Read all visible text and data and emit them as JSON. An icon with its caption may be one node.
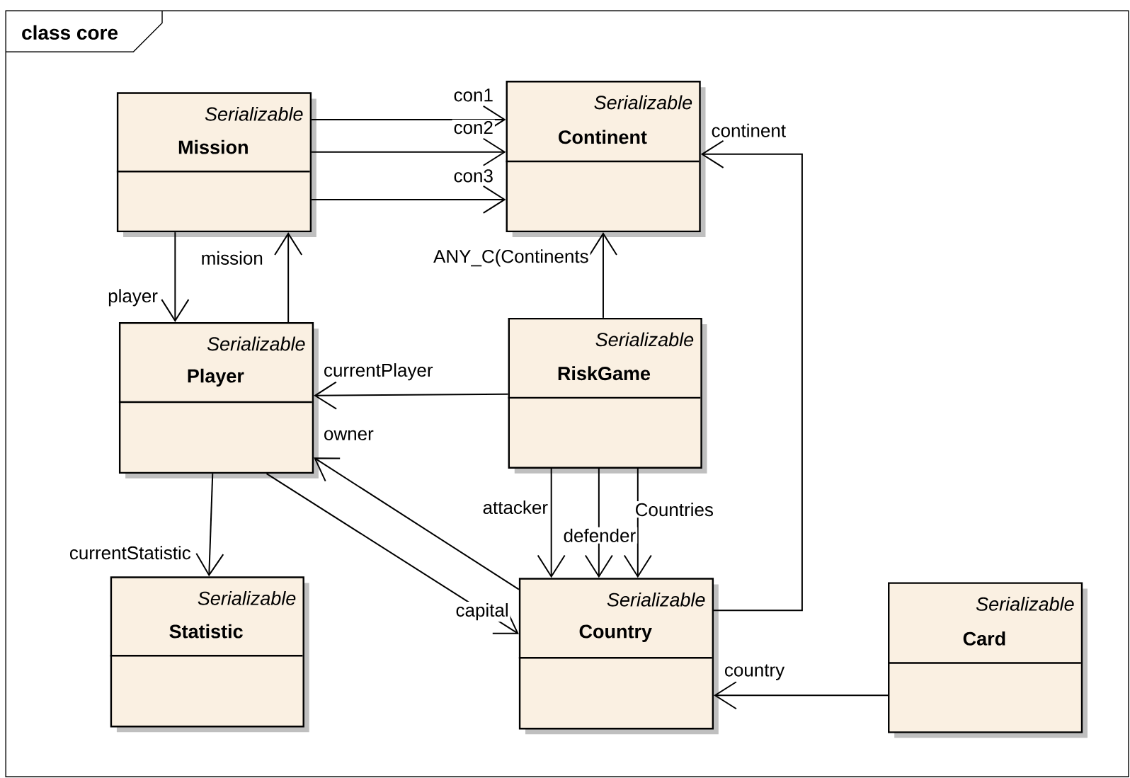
{
  "diagram": {
    "nodes": [
      {
        "text": [
          "class core"
        ]
      },
      {
        "text": [
          "Serializable",
          "Mission"
        ],
        "in": 0
      },
      {
        "text": [
          "Serializable",
          "Continent"
        ],
        "in": 0
      },
      {
        "text": [
          "Serializable",
          "Player"
        ],
        "in": 0
      },
      {
        "text": [
          "Serializable",
          "RiskGame"
        ],
        "in": 0
      },
      {
        "text": [
          "Serializable",
          "Statistic"
        ],
        "in": 0
      },
      {
        "text": [
          "Serializable",
          "Country"
        ],
        "in": 0
      },
      {
        "text": [
          "Serializable",
          "Card"
        ],
        "in": 0
      }
    ],
    "edges": [
      {
        "from": 1,
        "to": 2,
        "arrow": "to",
        "label": "con1"
      },
      {
        "from": 1,
        "to": 2,
        "arrow": "to",
        "label": "con2"
      },
      {
        "from": 1,
        "to": 2,
        "arrow": "to",
        "label": "con3"
      },
      {
        "from": 1,
        "to": 3,
        "arrow": "to",
        "label": "player"
      },
      {
        "from": 3,
        "to": 1,
        "arrow": "to",
        "label": "mission"
      },
      {
        "from": 4,
        "to": 2,
        "arrow": "to",
        "label": "ANY_C(Continents"
      },
      {
        "from": 4,
        "to": 3,
        "arrow": "to",
        "label": "currentPlayer"
      },
      {
        "from": 6,
        "to": 3,
        "arrow": "to",
        "label": "owner"
      },
      {
        "from": 3,
        "to": 6,
        "arrow": "to",
        "label": "capital"
      },
      {
        "from": 3,
        "to": 5,
        "arrow": "to",
        "label": "currentStatistic"
      },
      {
        "from": 4,
        "to": 6,
        "arrow": "to",
        "label": "attacker"
      },
      {
        "from": 4,
        "to": 6,
        "arrow": "to",
        "label": "defender"
      },
      {
        "from": 4,
        "to": 6,
        "arrow": "to",
        "label": "Countries"
      },
      {
        "from": 6,
        "to": 2,
        "arrow": "to",
        "label": "continent"
      },
      {
        "from": 7,
        "to": 6,
        "arrow": "to",
        "label": "country"
      }
    ]
  }
}
